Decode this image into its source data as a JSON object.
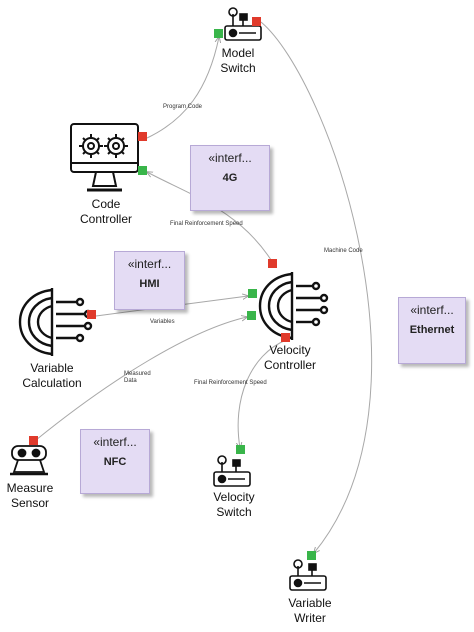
{
  "nodes": [
    {
      "id": "model-switch",
      "line1": "Model",
      "line2": "Switch"
    },
    {
      "id": "code-controller",
      "line1": "Code",
      "line2": "Controller"
    },
    {
      "id": "variable-calculation",
      "line1": "Variable",
      "line2": "Calculation"
    },
    {
      "id": "velocity-controller",
      "line1": "Velocity",
      "line2": "Controller"
    },
    {
      "id": "measure-sensor",
      "line1": "Measure",
      "line2": "Sensor"
    },
    {
      "id": "velocity-switch",
      "line1": "Velocity",
      "line2": "Switch"
    },
    {
      "id": "variable-writer",
      "line1": "Variable",
      "line2": "Writer"
    }
  ],
  "interfaces": [
    {
      "stereotype": "«interf...",
      "name": "4G"
    },
    {
      "stereotype": "«interf...",
      "name": "HMI"
    },
    {
      "stereotype": "«interf...",
      "name": "Ethernet"
    },
    {
      "stereotype": "«interf...",
      "name": "NFC"
    }
  ],
  "edges": [
    {
      "label": "Program Code"
    },
    {
      "label": "Final Reinforcement Speed"
    },
    {
      "label": "Machine Code"
    },
    {
      "label": "Variables"
    },
    {
      "label_line1": "Measured",
      "label_line2": "Data"
    },
    {
      "label": "Final Reinforcement Speed"
    }
  ],
  "colors": {
    "output_port": "#e03a2b",
    "input_port": "#39b54a",
    "interface_fill": "#e4dcf4",
    "connector": "#a8a8a8"
  }
}
